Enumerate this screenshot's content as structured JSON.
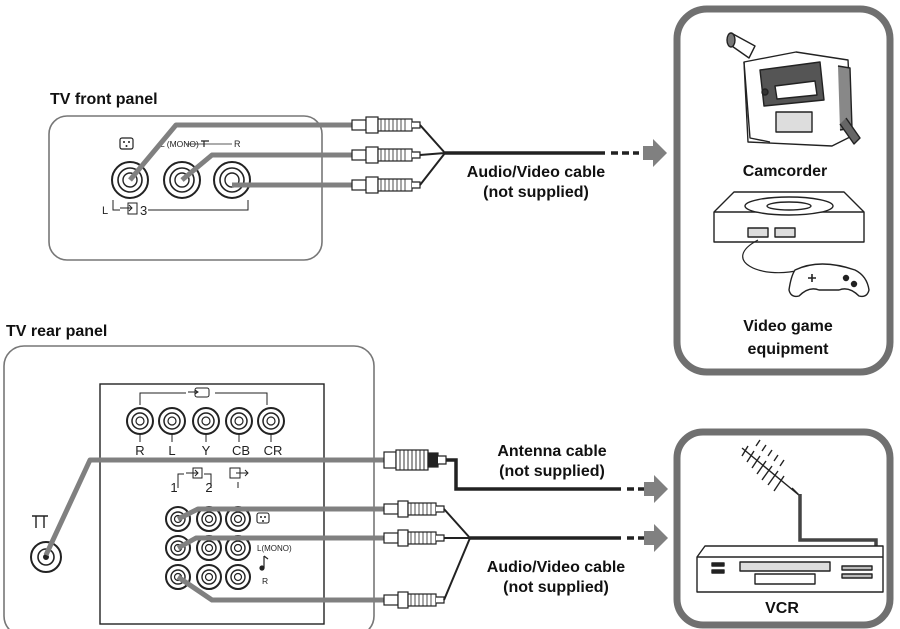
{
  "panels": {
    "front_title": "TV front panel",
    "rear_title": "TV rear panel"
  },
  "front_jacks": {
    "mono_label": "L (MONO)",
    "r_label": "R",
    "l_label": "L",
    "input_num": "3"
  },
  "rear_jacks": {
    "component_labels": [
      "R",
      "L",
      "Y",
      "CB",
      "CR"
    ],
    "input1": "1",
    "input2": "2",
    "mono_label": "L(MONO)",
    "r_label": "R"
  },
  "cables": {
    "av_front": [
      "Audio/Video cable",
      "(not supplied)"
    ],
    "antenna": [
      "Antenna cable",
      "(not supplied)"
    ],
    "av_rear": [
      "Audio/Video cable",
      "(not supplied)"
    ]
  },
  "devices": {
    "camcorder": "Camcorder",
    "game": [
      "Video game",
      "equipment"
    ],
    "vcr": "VCR"
  },
  "colors": {
    "cable": "#808080",
    "line": "#222222",
    "frame": "#707070"
  }
}
